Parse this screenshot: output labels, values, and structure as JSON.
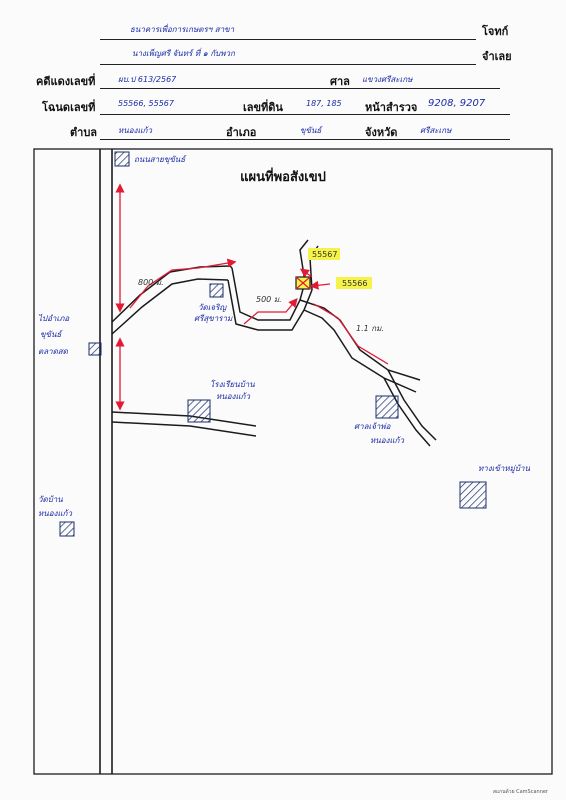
{
  "header": {
    "plaintiff_label": "โจทก์",
    "defendant_label": "จำเลย",
    "plaintiff_value": "ธนาคารเพื่อการเกษตรฯ สาขา",
    "defendant_value": "นางเพ็ญศรี จันทร์ ที่ ๑ กับพวก",
    "case_label": "คดีแดงเลขที่",
    "case_value": "ผบ.ป 613/2567",
    "court_label": "ศาล",
    "court_value": "แขวงศรีสะเกษ",
    "deed_label": "โฉนดเลขที่",
    "deed_value": "55566, 55567",
    "land_no_label": "เลขที่ดิน",
    "land_no_value": "187, 185",
    "survey_label": "หน้าสำรวจ",
    "survey_value": "9208, 9207",
    "subdistrict_label": "ตำบล",
    "subdistrict_value": "หนองแก้ว",
    "district_label": "อำเภอ",
    "district_value": "ขุขันธ์",
    "province_label": "จังหวัด",
    "province_value": "ศรีสะเกษ"
  },
  "map": {
    "title": "แผนที่พอสังเขป",
    "labels": {
      "top_road": "ถนนสายขุขันธ์",
      "dist_1": "800 ม.",
      "dist_2": "500 ม.",
      "dist_3": "1.1 กม.",
      "deed_a": "55567",
      "deed_b": "55566",
      "temple": "วัดเจริญ",
      "temple_sub": "ศรีสุขาราม",
      "school": "โรงเรียนบ้าน",
      "school_sub": "หนองแก้ว",
      "west_label": "ไปอำเภอ",
      "west_sub": "ขุขันธ์",
      "west_sub2": "ตลาดสด",
      "shrine": "ศาลเจ้าพ่อ",
      "shrine_sub": "หนองแก้ว",
      "bottom_left": "วัดบ้าน",
      "bottom_left_sub": "หนองแก้ว",
      "right_label": "ทางเข้าหมู่บ้าน"
    },
    "colors": {
      "road": "#1b1b1b",
      "arrow": "#e21a36",
      "highlight": "#f5f24a",
      "ink": "#1a2aa8"
    }
  },
  "footer": {
    "scanner": "สแกนด้วย CamScanner"
  }
}
